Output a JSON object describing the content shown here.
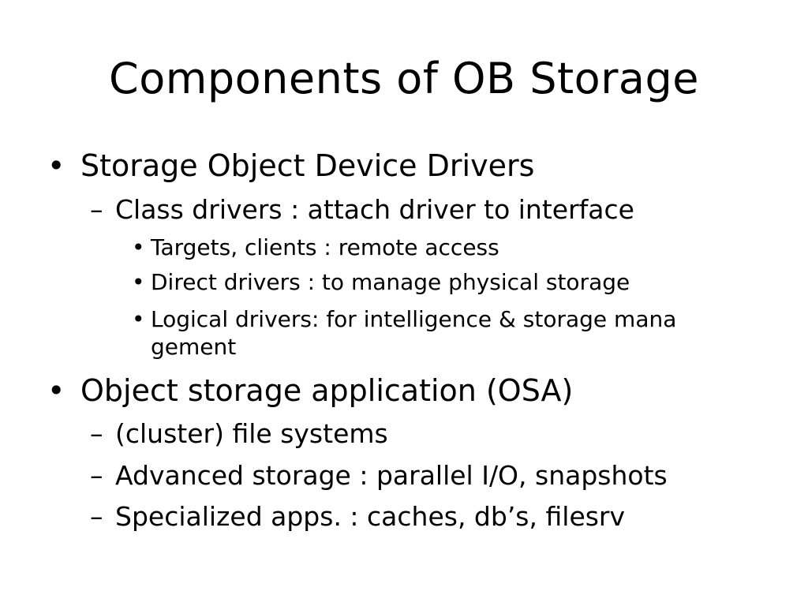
{
  "slide": {
    "title": "Components of OB Storage",
    "bullet_l1": "•",
    "bullet_l2": "–",
    "bullet_l3": "•",
    "items": [
      {
        "text": "Storage Object Device Drivers"
      },
      {
        "text": "Class drivers : attach driver to interface"
      },
      {
        "text": "Targets, clients : remote access"
      },
      {
        "text": "Direct drivers : to manage physical storage"
      },
      {
        "text": "Logical drivers: for intelligence & storage mana"
      },
      {
        "text": "gement"
      },
      {
        "text": "Object storage application (OSA)"
      },
      {
        "text": "(cluster) file systems"
      },
      {
        "text": "Advanced storage : parallel I/O, snapshots"
      },
      {
        "text": "Specialized apps. : caches, db’s, filesrv"
      }
    ]
  }
}
